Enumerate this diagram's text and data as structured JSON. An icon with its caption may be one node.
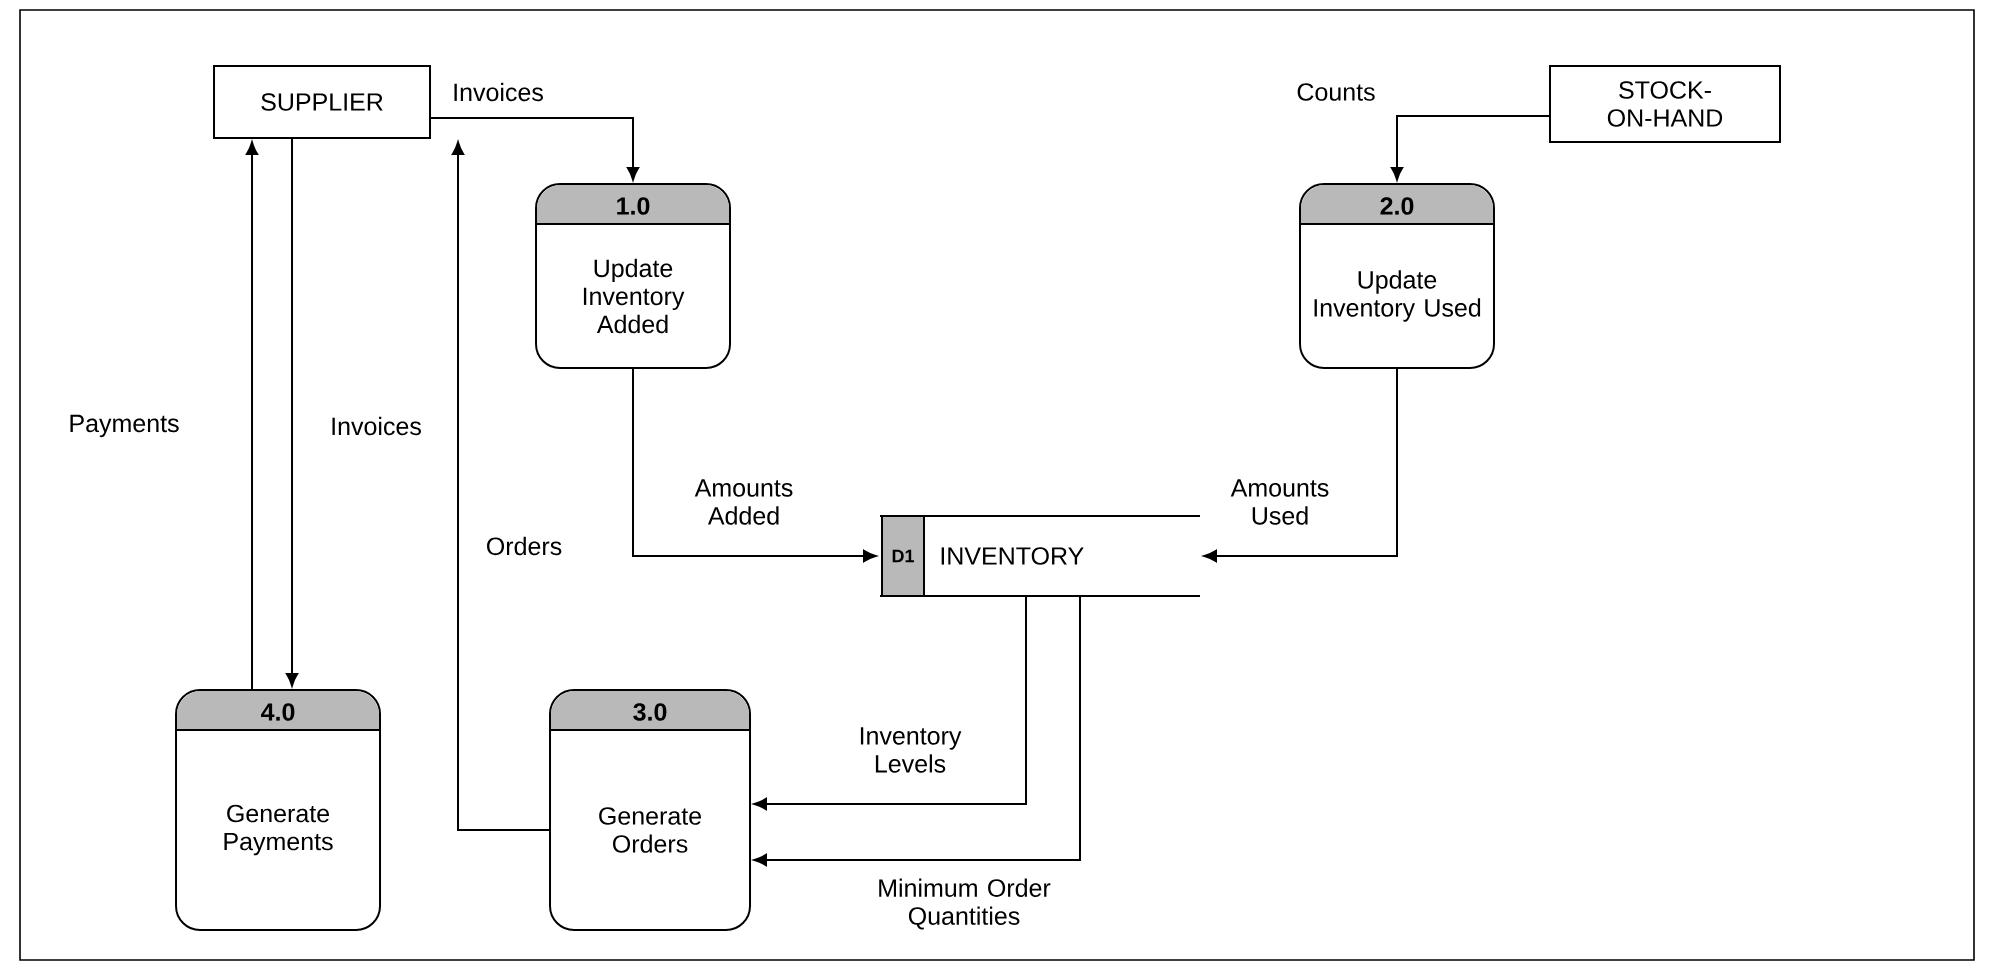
{
  "diagram": {
    "nodes": [
      {
        "text": [
          "SUPPLIER"
        ]
      },
      {
        "text": [
          "1.0",
          "Update Inventory Added"
        ]
      },
      {
        "text": [
          "STOCK- ON-HAND"
        ]
      },
      {
        "text": [
          "2.0",
          "Update Inventory Used"
        ]
      },
      {
        "text": [
          "D1",
          "INVENTORY"
        ]
      },
      {
        "text": [
          "4.0",
          "Generate Payments"
        ]
      },
      {
        "text": [
          "3.0",
          "Generate Orders"
        ]
      }
    ],
    "edges": [
      {
        "from": 0,
        "to": 1,
        "arrow": "to",
        "label": "Invoices"
      },
      {
        "from": 2,
        "to": 3,
        "arrow": "to",
        "label": "Counts"
      },
      {
        "from": 1,
        "to": 4,
        "arrow": "to",
        "label": "Amounts Added"
      },
      {
        "from": 3,
        "to": 4,
        "arrow": "to",
        "label": "Amounts Used"
      },
      {
        "from": 5,
        "to": 0,
        "arrow": "to",
        "label": "Payments"
      },
      {
        "from": 0,
        "to": 5,
        "arrow": "to",
        "label": "Invoices"
      },
      {
        "from": 6,
        "to": 0,
        "arrow": "to",
        "label": "Orders"
      },
      {
        "from": 4,
        "to": 6,
        "arrow": "to",
        "label": "Inventory Levels"
      },
      {
        "from": 4,
        "to": 6,
        "arrow": "to",
        "label": "Minimum Order Quantities"
      }
    ]
  }
}
